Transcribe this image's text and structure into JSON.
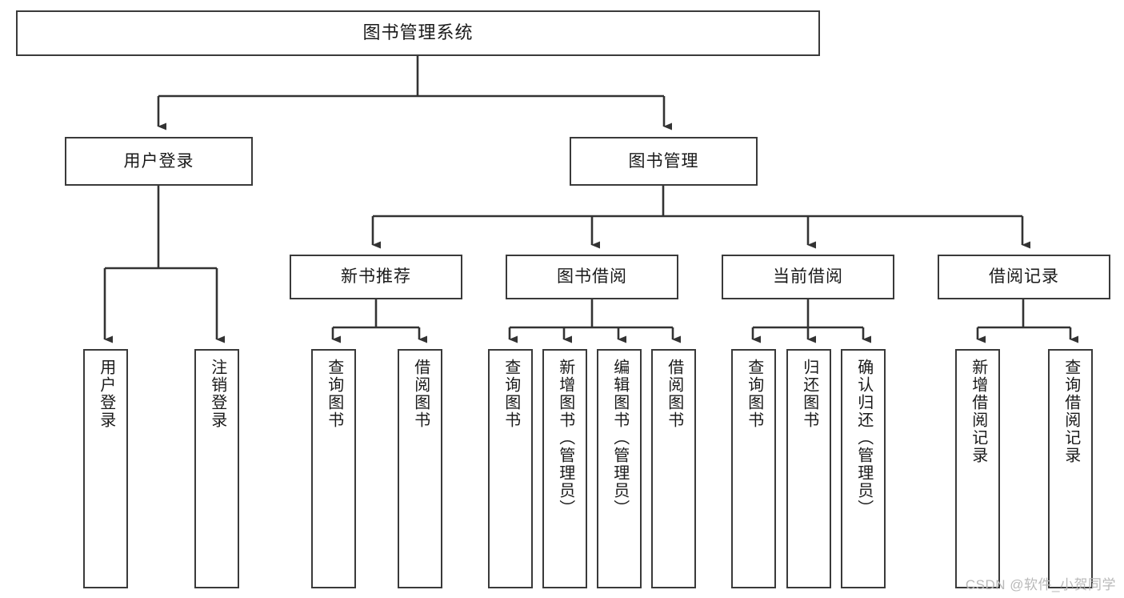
{
  "diagram": {
    "type": "tree-hierarchy",
    "title": "图书管理系统",
    "style": {
      "box_border_color": "#3a3a3a",
      "box_fill_color": "#ffffff",
      "edge_color": "#333333",
      "text_color": "#1a1a1a",
      "background": "#ffffff"
    },
    "root": {
      "label": "图书管理系统"
    },
    "level2": [
      {
        "label": "用户登录"
      },
      {
        "label": "图书管理"
      }
    ],
    "level3": [
      {
        "label": "新书推荐"
      },
      {
        "label": "图书借阅"
      },
      {
        "label": "当前借阅"
      },
      {
        "label": "借阅记录"
      }
    ],
    "leaves": {
      "user_login": [
        {
          "label": "用户登录"
        },
        {
          "label": "注销登录"
        }
      ],
      "new_book_recommend": [
        {
          "label": "查询图书"
        },
        {
          "label": "借阅图书"
        }
      ],
      "book_borrow": [
        {
          "label": "查询图书"
        },
        {
          "label": "新增图书（管理员）"
        },
        {
          "label": "编辑图书（管理员）"
        },
        {
          "label": "借阅图书"
        }
      ],
      "current_borrow": [
        {
          "label": "查询图书"
        },
        {
          "label": "归还图书"
        },
        {
          "label": "确认归还（管理员）"
        }
      ],
      "borrow_record": [
        {
          "label": "新增借阅记录"
        },
        {
          "label": "查询借阅记录"
        }
      ]
    }
  },
  "watermark": {
    "text": "CSDN @软件_小贺同学"
  }
}
